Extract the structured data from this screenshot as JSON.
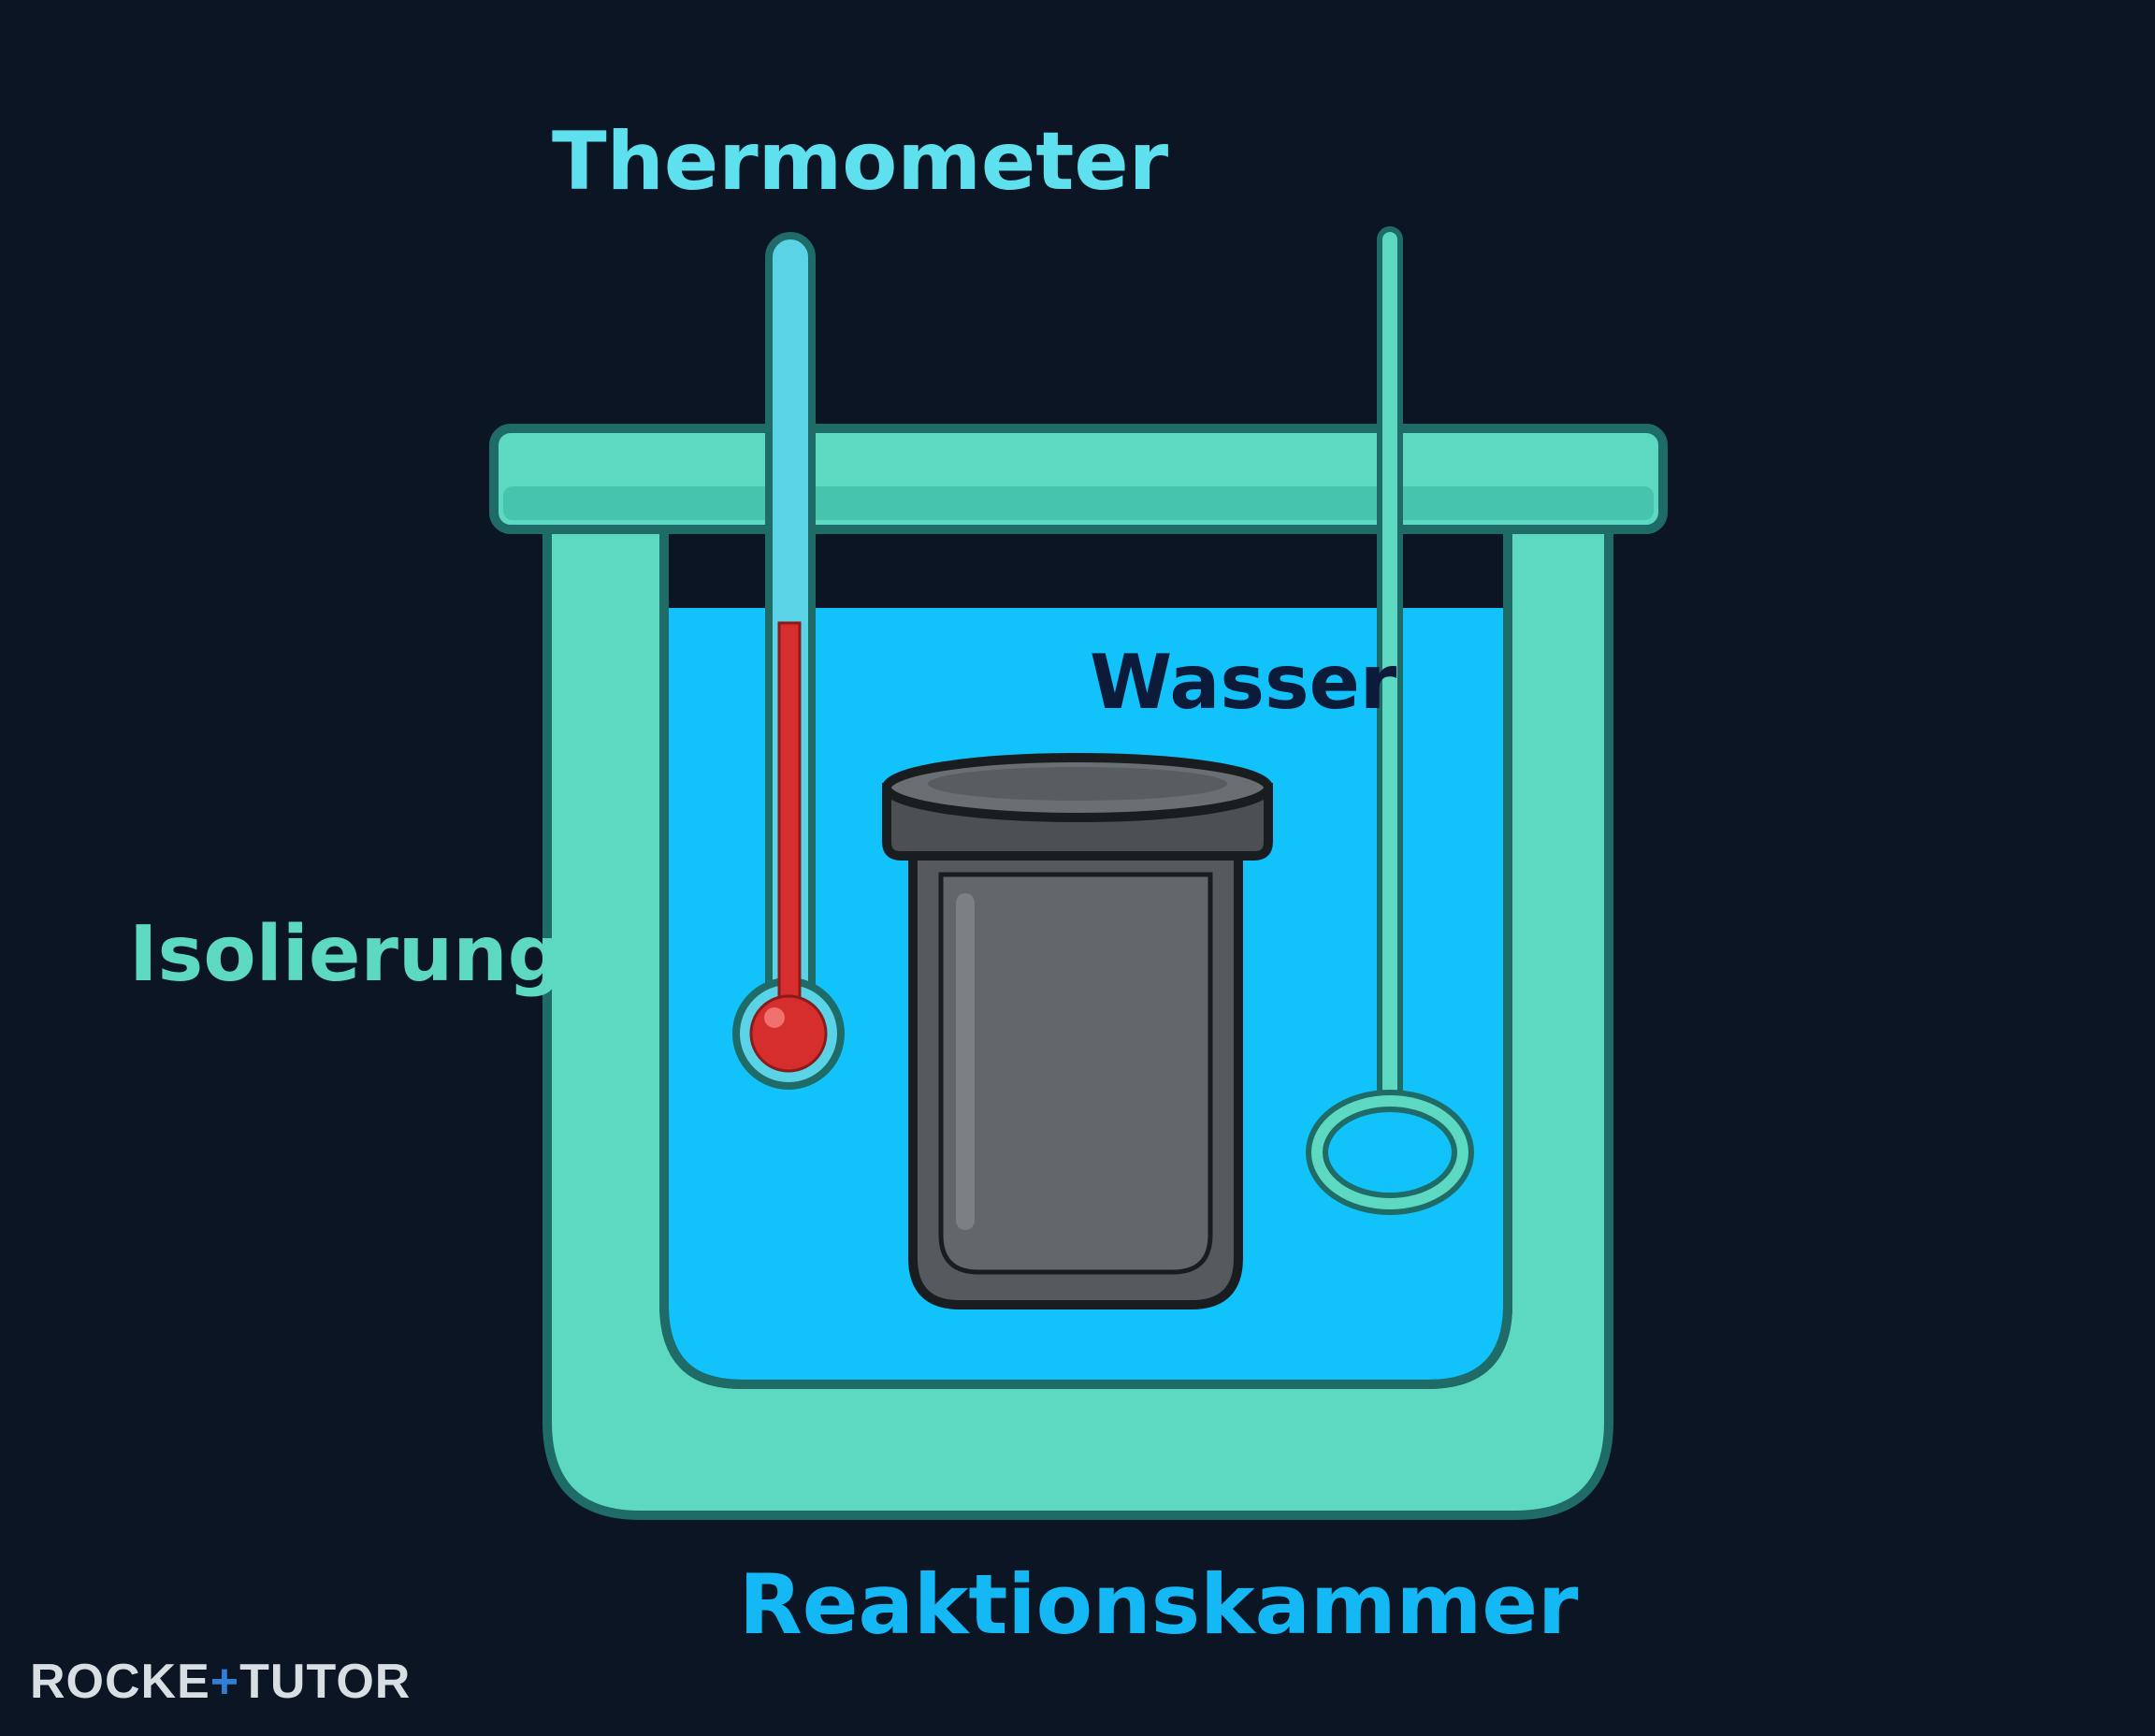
{
  "labels": {
    "thermometer": "Thermometer",
    "water": "Wasser",
    "insulation": "Isolierung",
    "reaction_chamber": "Reaktionskammer"
  },
  "logo": {
    "part1": "ROCKE",
    "plus": "+",
    "part2": "TUTOR"
  },
  "colors": {
    "background": "#0b1523",
    "insulation": "#5dd9c1",
    "insulation_outline": "#1f6b68",
    "water": "#12c3fb",
    "thermometer_tube": "#5ad3e6",
    "mercury": "#d62d2d",
    "vessel": "#555a5f",
    "vessel_outline": "#1a1d20",
    "stirrer": "#5dd9c1",
    "label_thermometer": "#5ee0ee",
    "label_water": "#0c1b3a",
    "label_insulation": "#5dd9c1",
    "label_chamber": "#14b8f5",
    "logo": "#d9dee3"
  }
}
